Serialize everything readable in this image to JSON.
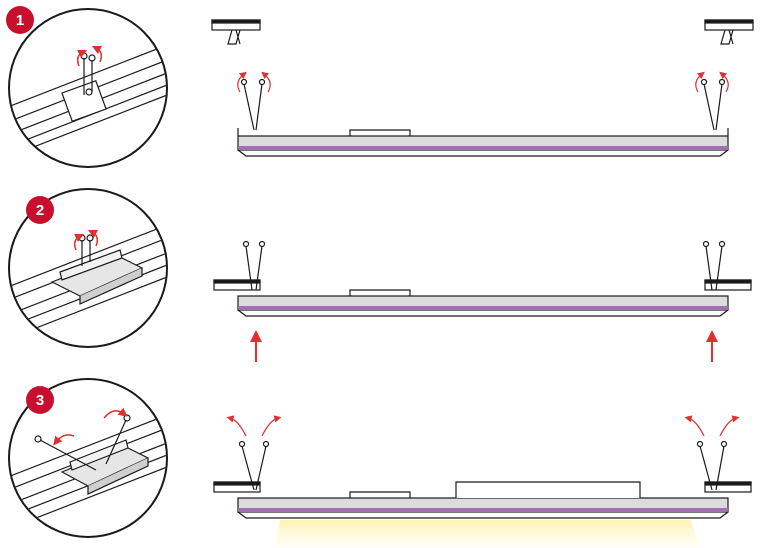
{
  "steps": [
    {
      "number": "1"
    },
    {
      "number": "2"
    },
    {
      "number": "3"
    }
  ],
  "colors": {
    "badge": "#c8102e",
    "arrow": "#e03030",
    "panel_diffuser": "#a070b0",
    "panel_body": "#dcdcdc",
    "light_glow": "#fff3b0",
    "line": "#1a1a1a"
  },
  "icons": [
    "spring-clip-icon",
    "ceiling-rail-icon",
    "curved-arrow-icon",
    "up-arrow-icon"
  ]
}
